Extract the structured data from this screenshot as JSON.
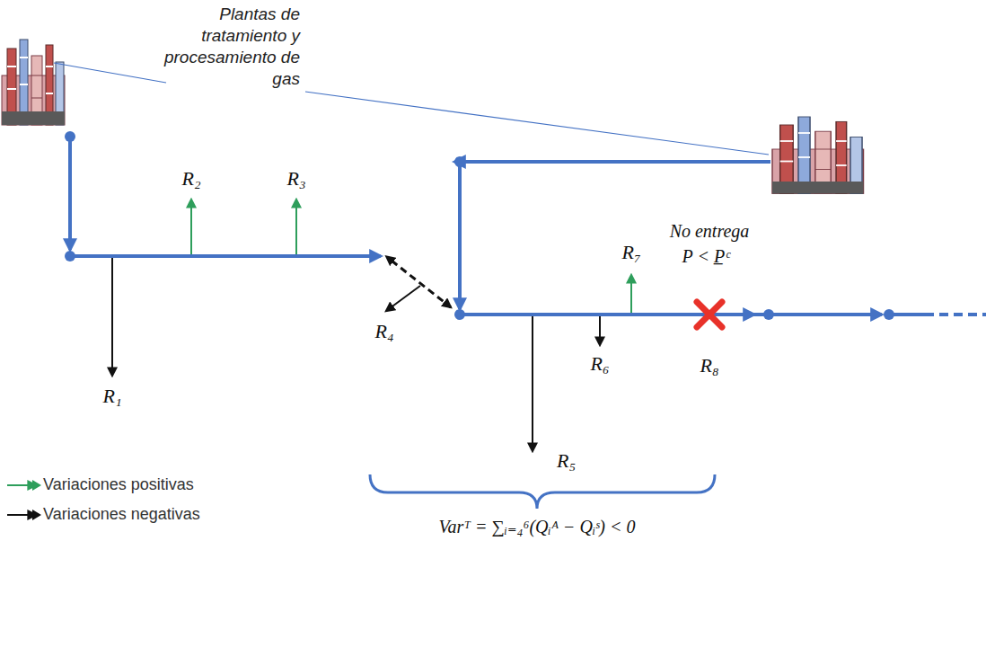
{
  "diagram": {
    "labels": [
      "Plantas de tratamiento y procesamiento de gas",
      "R₂",
      "R₃",
      "No entrega",
      "P < P̲ᶜ",
      "R₇",
      "R₁",
      "R₄",
      "R₆",
      "R₈",
      "R₅",
      "Varᵀ = ∑ᵢ₌₄⁶(Qᵢᴬ − Qᵢˢ) < 0"
    ],
    "legend": [
      {
        "text": "Variaciones positivas"
      },
      {
        "text": "Variaciones negativas"
      }
    ]
  }
}
